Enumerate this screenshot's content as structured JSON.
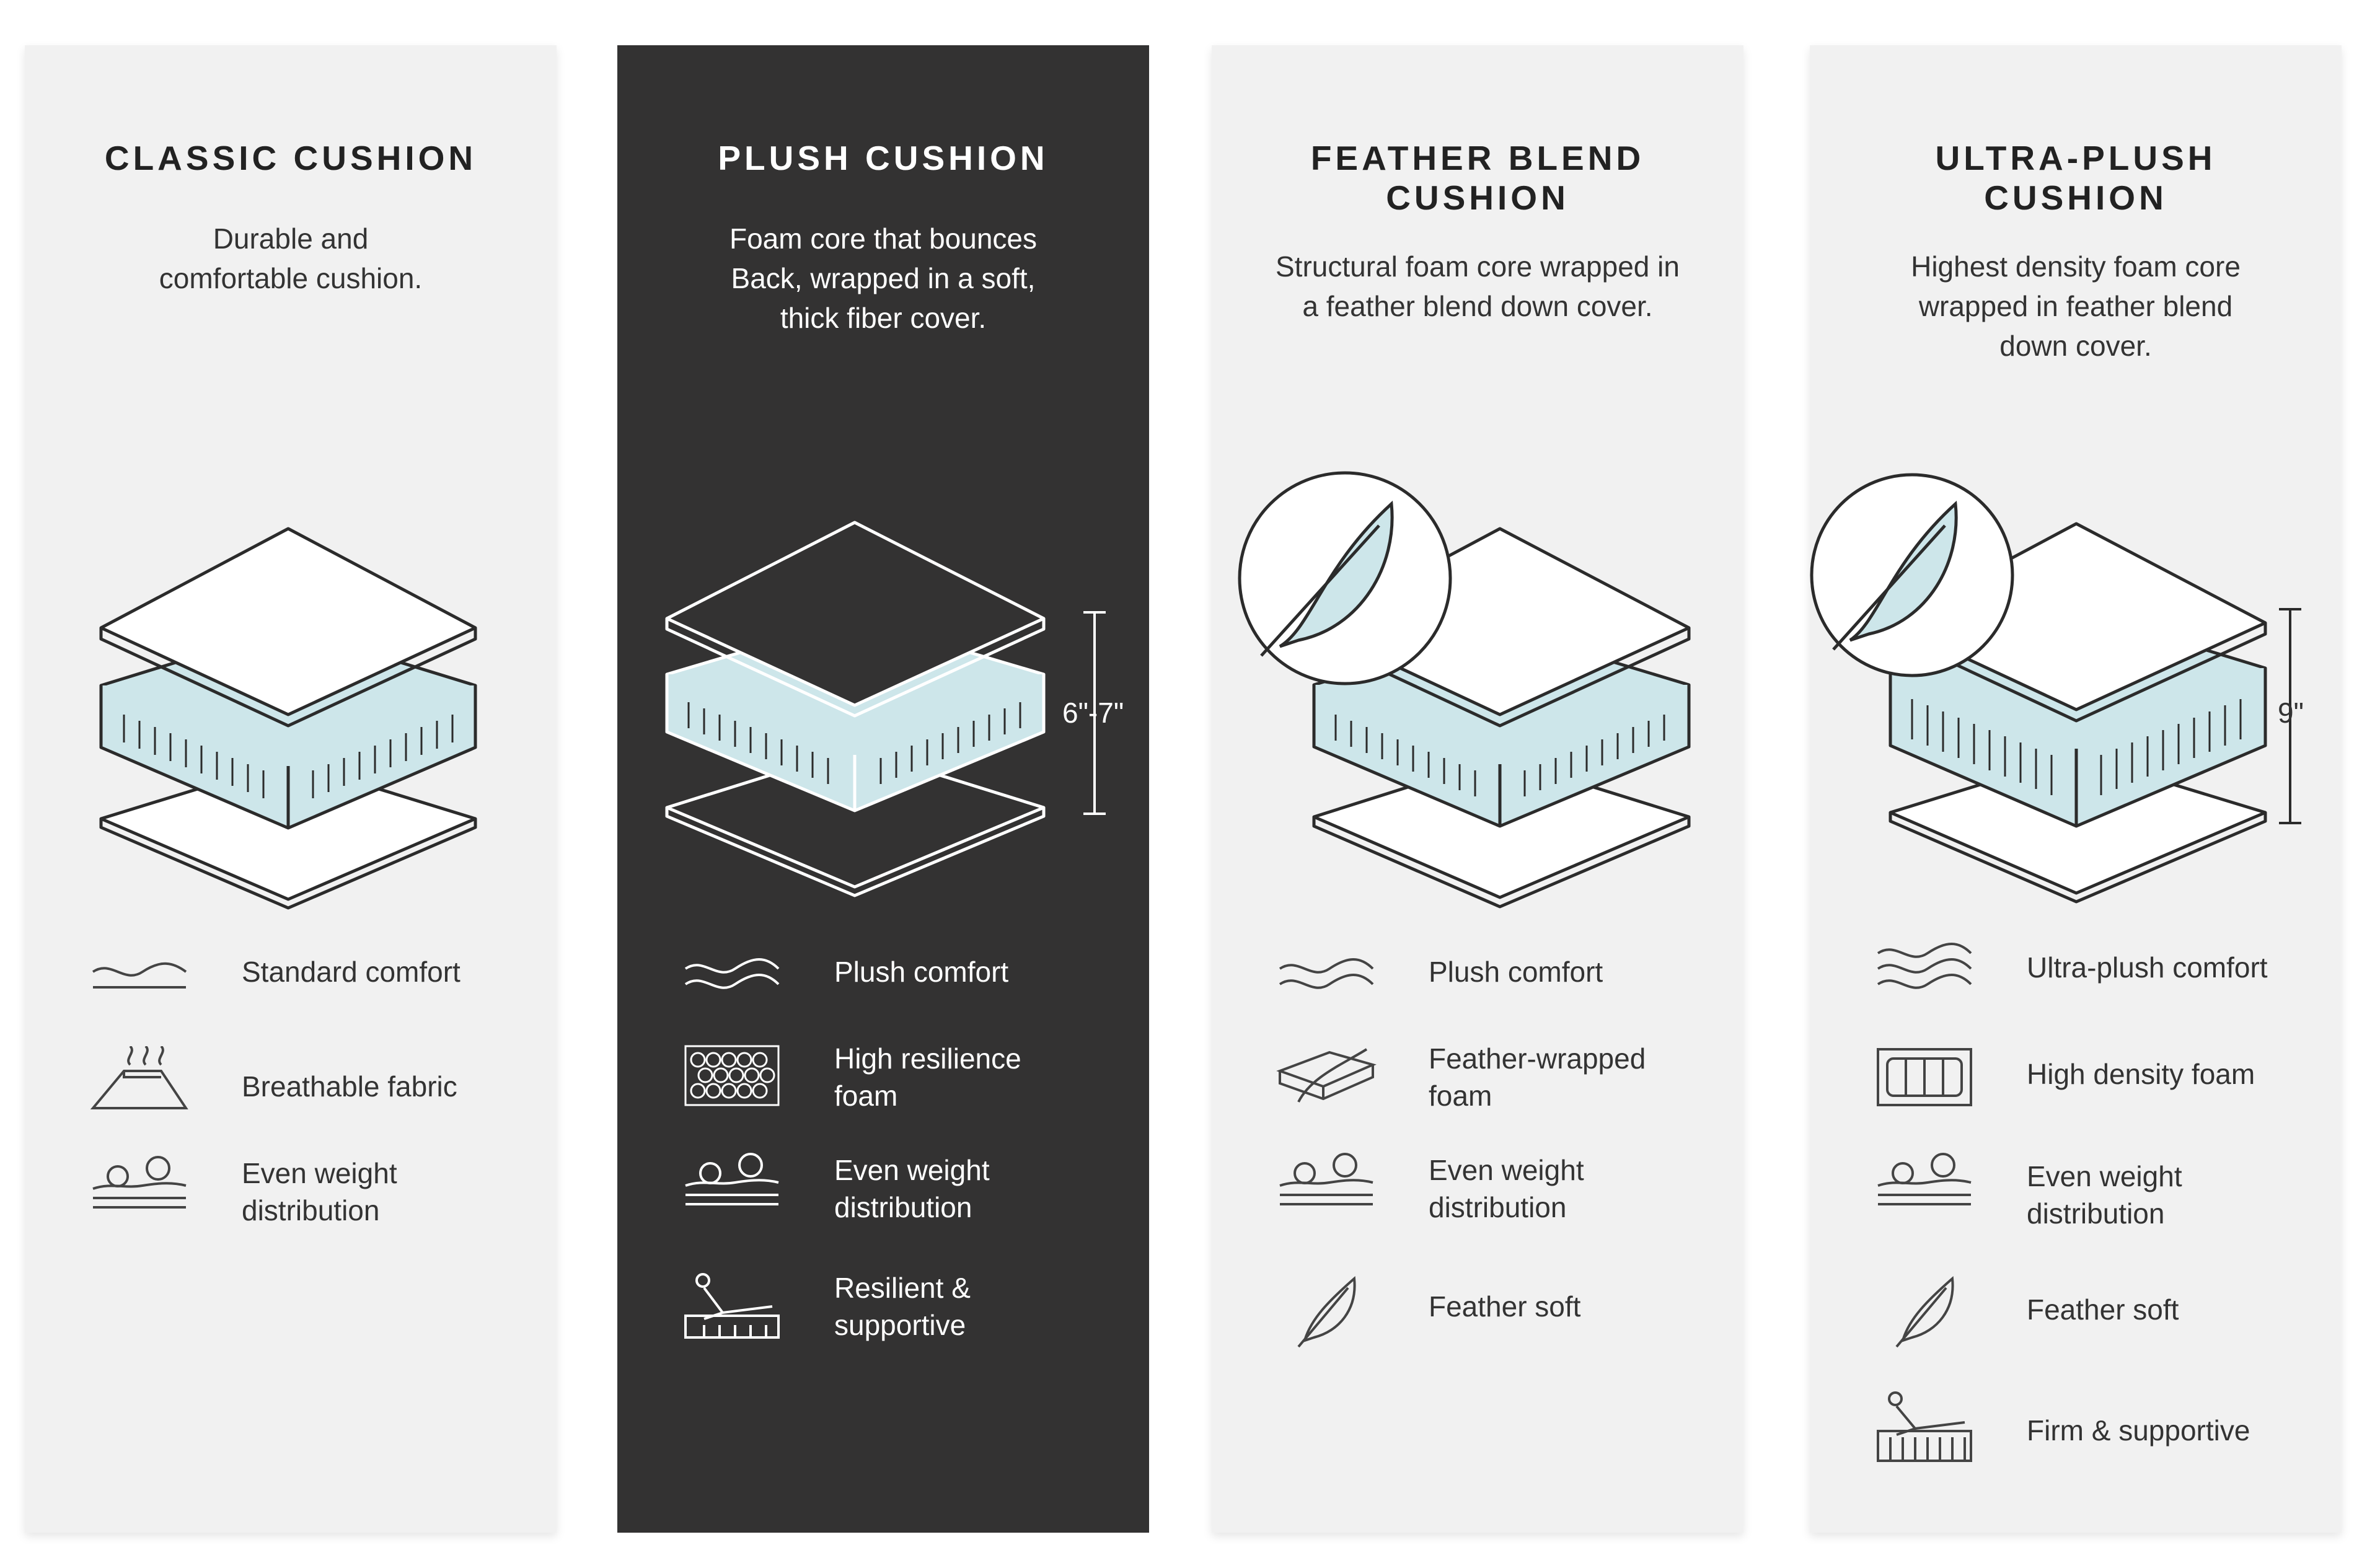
{
  "colors": {
    "card_bg": "#f1f1f1",
    "dark_card_bg": "#333232",
    "foam_accent": "#cde6ea",
    "line": "#2b2b2b"
  },
  "cards": [
    {
      "title": "CLASSIC CUSHION",
      "description": "Durable and\ncomfortable cushion.",
      "features": [
        {
          "icon": "standard-comfort-icon",
          "label": "Standard comfort"
        },
        {
          "icon": "breathable-fabric-icon",
          "label": "Breathable fabric"
        },
        {
          "icon": "even-weight-icon",
          "label": "Even weight\ndistribution"
        }
      ]
    },
    {
      "title": "PLUSH CUSHION",
      "description": "Foam core that bounces\nBack, wrapped in a soft,\nthick fiber cover.",
      "dimension": "6\"-7\"",
      "features": [
        {
          "icon": "plush-comfort-icon",
          "label": "Plush comfort"
        },
        {
          "icon": "high-resilience-foam-icon",
          "label": "High resilience\nfoam"
        },
        {
          "icon": "even-weight-icon",
          "label": "Even weight\ndistribution"
        },
        {
          "icon": "resilient-supportive-icon",
          "label": "Resilient &\nsupportive"
        }
      ]
    },
    {
      "title": "FEATHER BLEND\nCUSHION",
      "description": "Structural foam core wrapped in\na feather blend down cover.",
      "features": [
        {
          "icon": "plush-comfort-icon",
          "label": "Plush comfort"
        },
        {
          "icon": "feather-wrapped-foam-icon",
          "label": "Feather-wrapped\nfoam"
        },
        {
          "icon": "even-weight-icon",
          "label": "Even weight\ndistribution"
        },
        {
          "icon": "feather-icon",
          "label": "Feather soft"
        }
      ]
    },
    {
      "title": "ULTRA-PLUSH\nCUSHION",
      "description": "Highest density foam core\nwrapped in feather blend\ndown cover.",
      "dimension": "9\"",
      "features": [
        {
          "icon": "ultra-plush-comfort-icon",
          "label": "Ultra-plush comfort"
        },
        {
          "icon": "high-density-foam-icon",
          "label": "High density foam"
        },
        {
          "icon": "even-weight-icon",
          "label": "Even weight\ndistribution"
        },
        {
          "icon": "feather-icon",
          "label": "Feather soft"
        },
        {
          "icon": "firm-supportive-icon",
          "label": "Firm & supportive"
        }
      ]
    }
  ]
}
